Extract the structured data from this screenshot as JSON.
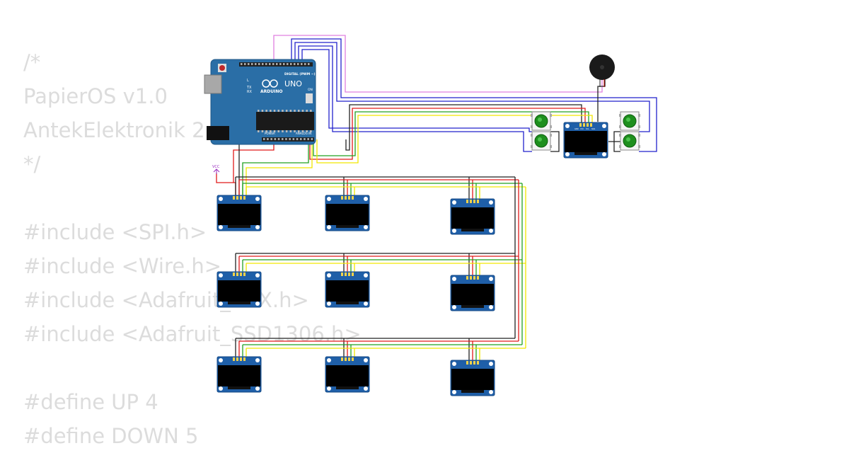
{
  "code_lines": [
    "/*",
    "PapierOS v1.0",
    "AntekElektronik 2",
    "*/",
    "",
    "#include <SPI.h>",
    "#include <Wire.h>",
    "#include <Adafruit_GFX.h>",
    "#include <Adafruit_SSD1306.h>",
    "",
    "#define UP 4",
    "#define DOWN 5"
  ],
  "arduino": {
    "model": "UNO",
    "brand": "ARDUINO",
    "digital_header": "DIGITAL (PWM ~)",
    "power_header": "POWER",
    "analog_header": "ANALOG IN",
    "on_label": "ON",
    "tx_label": "TX",
    "rx_label": "RX",
    "l_label": "L"
  },
  "vcc_label": "VCC",
  "oled_pin_labels": [
    "GND",
    "VCC",
    "SCL",
    "SDA"
  ],
  "colors": {
    "board": "#2a6ea6",
    "oled_pcb": "#1f5fa8",
    "wire_black": "#222222",
    "wire_red": "#e01a1a",
    "wire_green": "#22a022",
    "wire_yellow": "#f2e600",
    "wire_blue": "#2222cc",
    "wire_pink": "#e080e0",
    "button_green": "#1e8f1e"
  }
}
